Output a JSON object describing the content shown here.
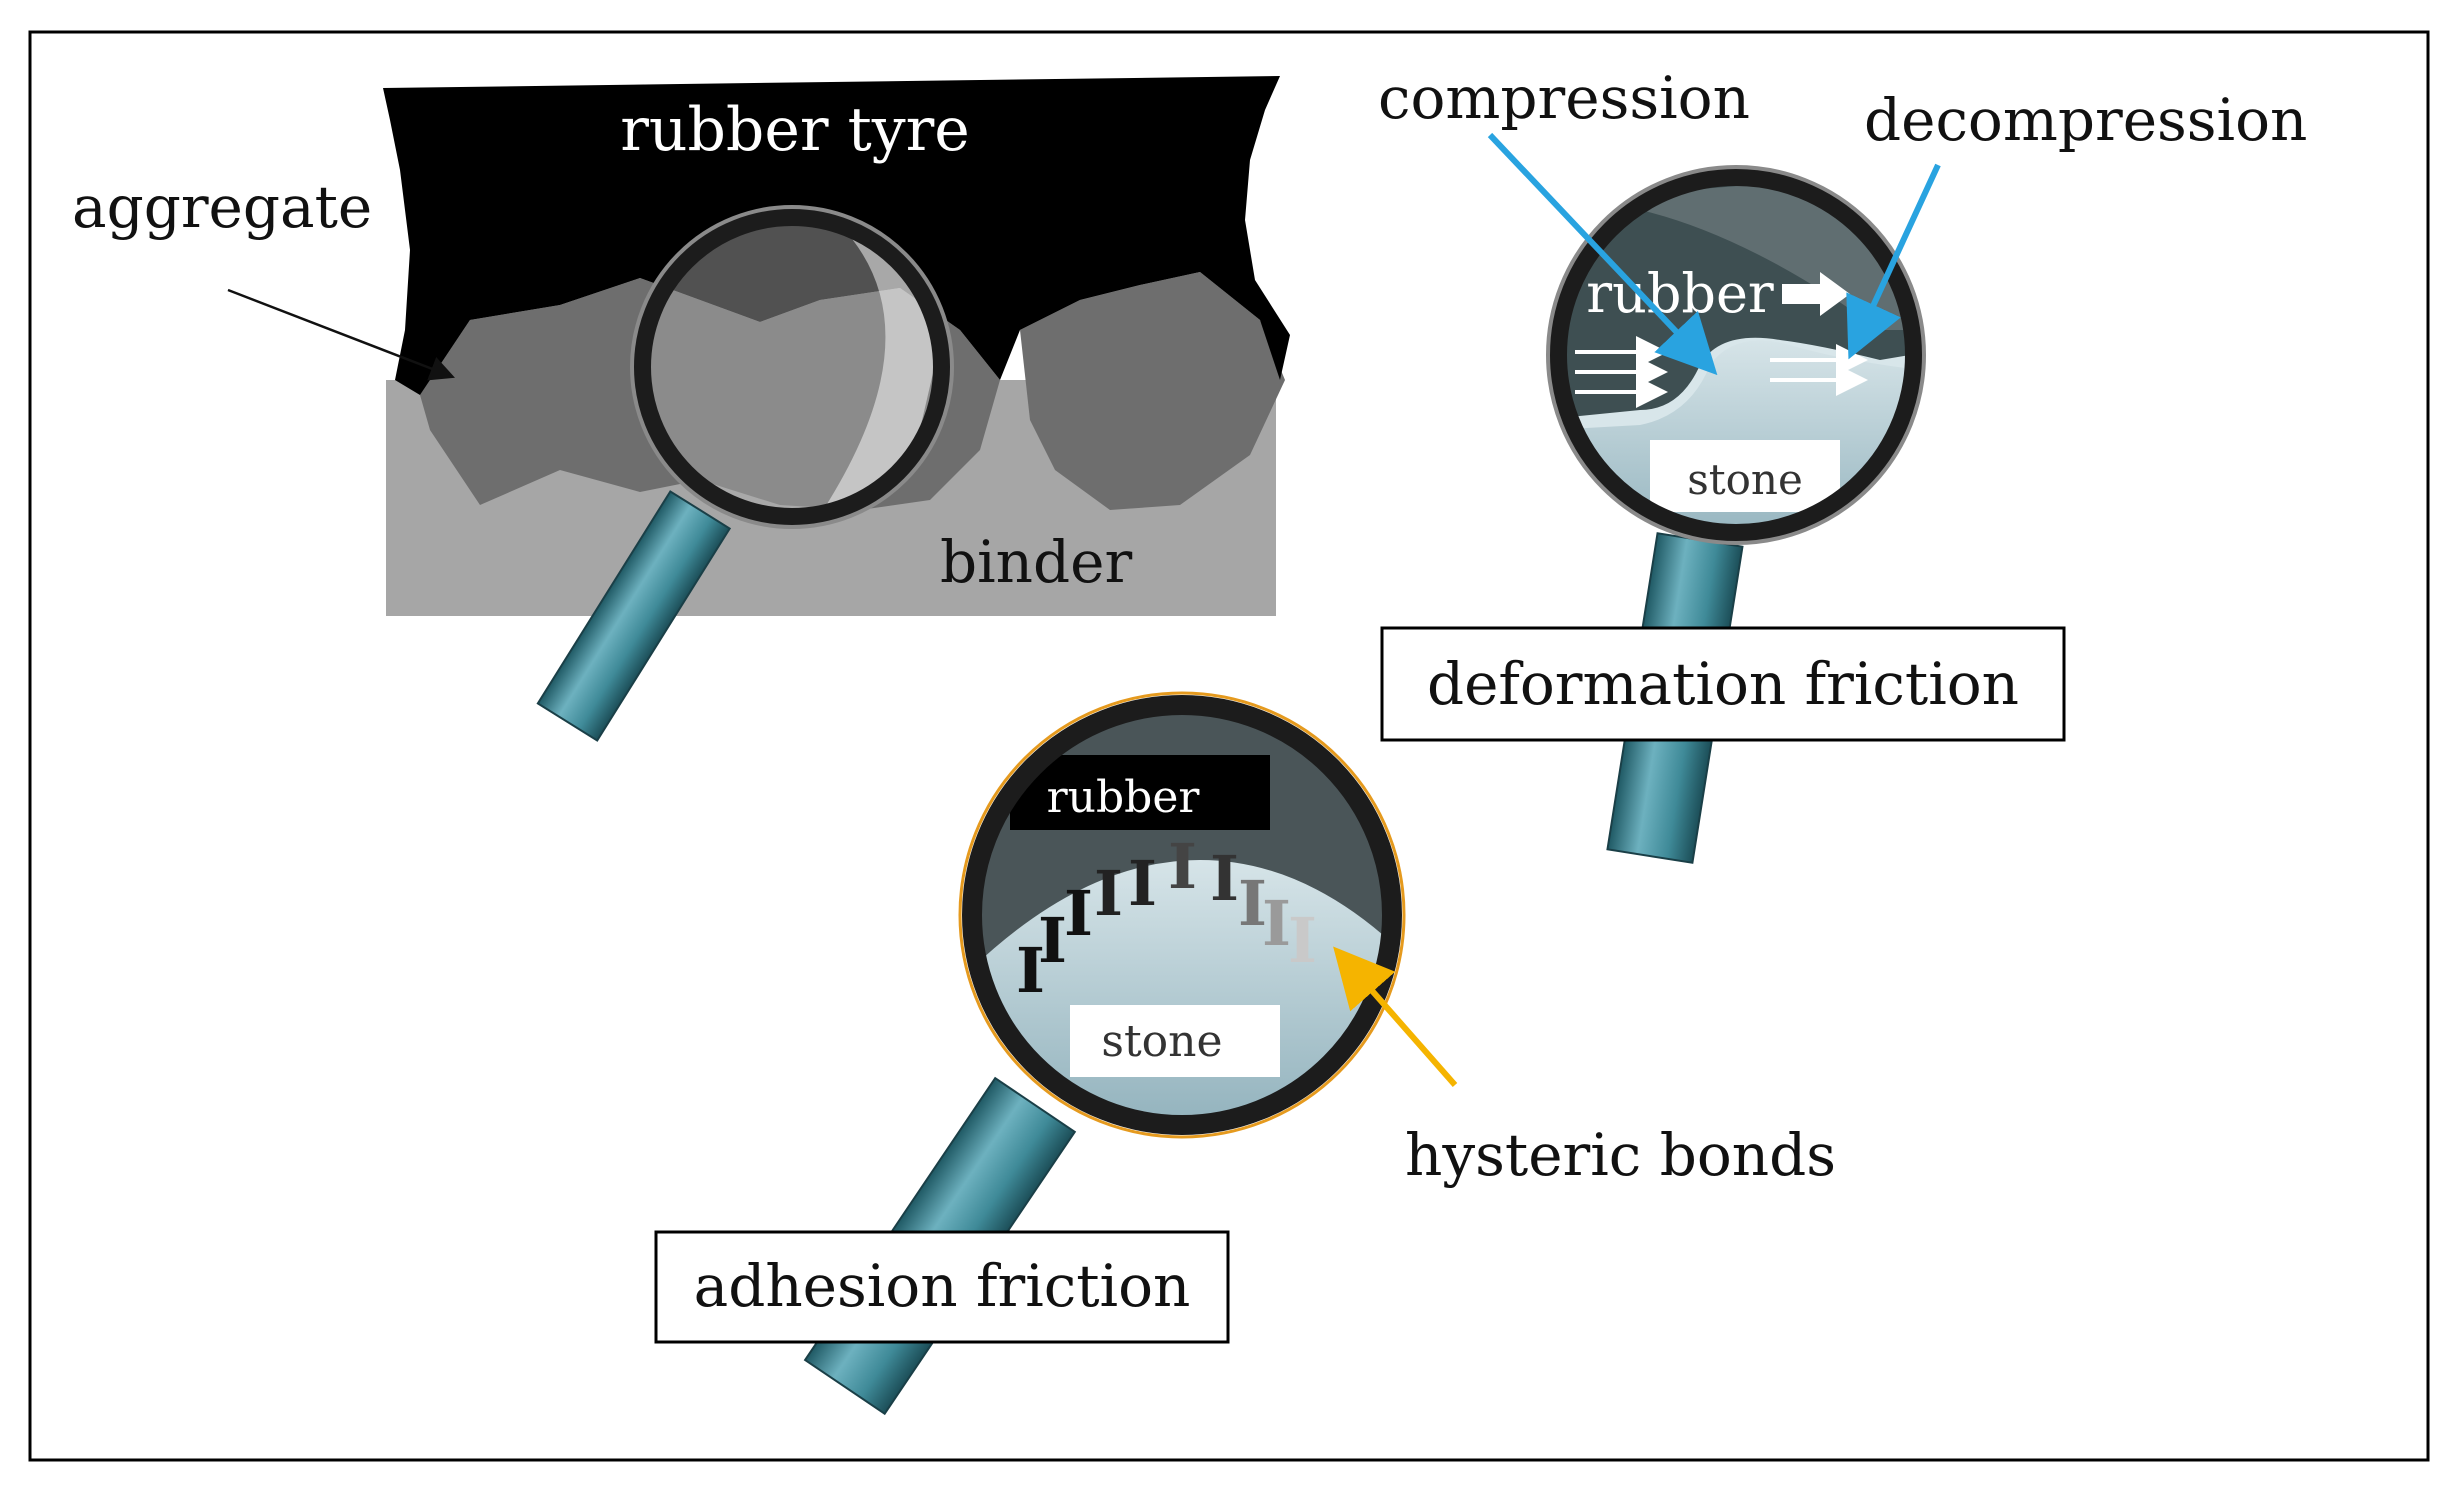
{
  "labels": {
    "rubber_tyre": "rubber tyre",
    "aggregate": "aggregate",
    "binder": "binder",
    "compression": "compression",
    "decompression": "decompression",
    "rubber_top": "rubber",
    "stone_top": "stone",
    "deformation_friction": "deformation friction",
    "rubber_bottom": "rubber",
    "stone_bottom": "stone",
    "hysteric_bonds": "hysteric bonds",
    "adhesion_friction": "adhesion friction"
  },
  "colors": {
    "tyre": "#000000",
    "binder": "#a6a6a6",
    "aggregate": "#6e6e6e",
    "handle": "#3f8a98",
    "blue_arrow": "#29a3e0",
    "yellow_arrow": "#f5b400",
    "lens_rim": "#222222"
  },
  "icons": {
    "magnifier": "magnifier-icon",
    "bond": "bond-icon"
  }
}
